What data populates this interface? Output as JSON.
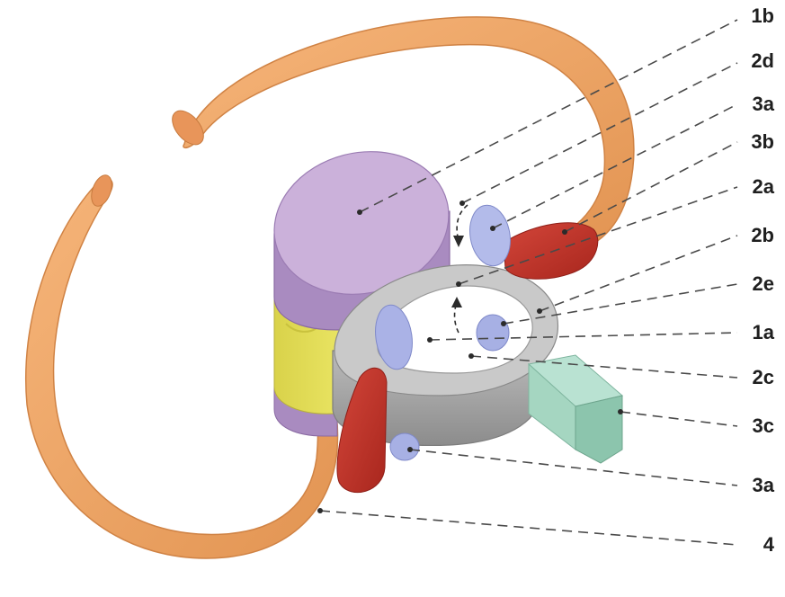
{
  "labels": {
    "l_1b": "1b",
    "l_2d": "2d",
    "l_3a_top": "3a",
    "l_3b": "3b",
    "l_2a": "2a",
    "l_2b": "2b",
    "l_2e": "2e",
    "l_1a": "1a",
    "l_2c": "2c",
    "l_3c": "3c",
    "l_3a_bottom": "3a",
    "l_4": "4"
  },
  "colors": {
    "rib": "#f0a86a",
    "rib_shadow": "#d9874a",
    "vertebral_body_top": "#c9aed8",
    "vertebral_body_side": "#a98bc0",
    "intervertebral_disc": "#e6e259",
    "arch_ring": "#a8a8a8",
    "facet": "#aeb6e8",
    "costotransverse": "#c0352a",
    "transverse_process": "#9fd4bf",
    "leader_line": "#4a4a4a"
  }
}
